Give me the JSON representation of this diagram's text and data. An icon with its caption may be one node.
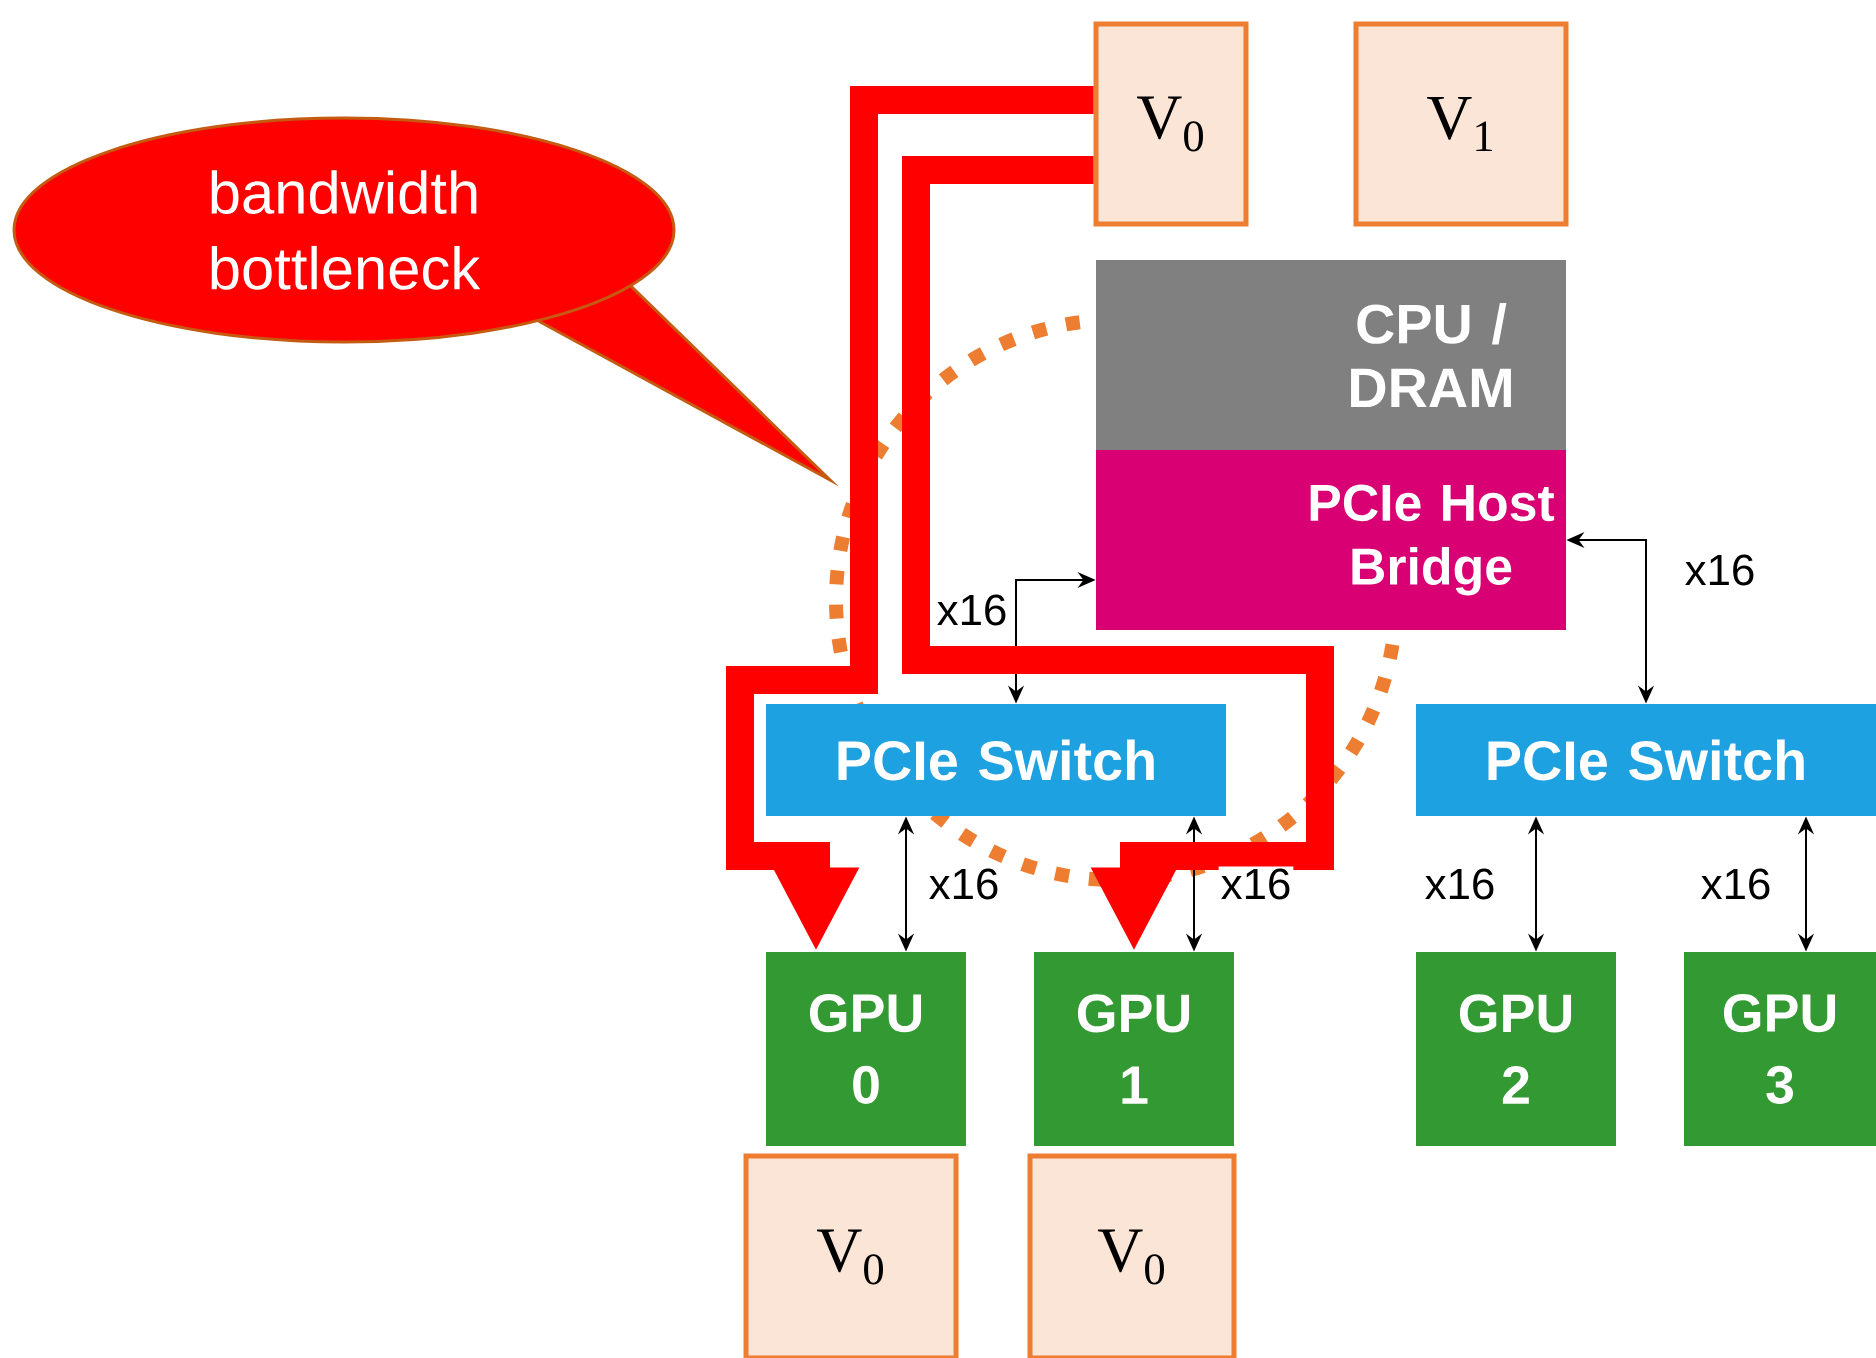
{
  "diagram": {
    "nodes": [
      {
        "text": [
          "V$_{0}$"
        ]
      },
      {
        "text": [
          "V$_{1}$"
        ]
      },
      {
        "text": [
          "CPU / DRAM"
        ]
      },
      {
        "text": [
          "PCIe Host Bridge"
        ]
      },
      {
        "text": [
          "PCIe Switch"
        ]
      },
      {
        "text": [
          "PCIe Switch"
        ]
      },
      {
        "text": [
          "GPU 0"
        ]
      },
      {
        "text": [
          "GPU 1"
        ]
      },
      {
        "text": [
          "GPU 2"
        ]
      },
      {
        "text": [
          "GPU 3"
        ]
      },
      {
        "text": [
          "V$_{0}$"
        ]
      },
      {
        "text": [
          "V$_{0}$"
        ]
      },
      {
        "text": [
          "bandwidth bottleneck"
        ]
      }
    ],
    "edges": [
      {
        "from": 3,
        "to": 4,
        "arrow": "both",
        "label": "x16"
      },
      {
        "from": 3,
        "to": 5,
        "arrow": "both",
        "label": "x16"
      },
      {
        "from": 4,
        "to": 6,
        "arrow": "both",
        "label": "x16"
      },
      {
        "from": 4,
        "to": 7,
        "arrow": "both",
        "label": "x16"
      },
      {
        "from": 5,
        "to": 8,
        "arrow": "both",
        "label": "x16"
      },
      {
        "from": 5,
        "to": 9,
        "arrow": "both",
        "label": "x16"
      },
      {
        "from": 0,
        "to": 6,
        "arrow": "to",
        "style": "thick",
        "color": "#ff0000"
      },
      {
        "from": 0,
        "to": 7,
        "arrow": "to",
        "style": "thick",
        "color": "#ff0000"
      }
    ]
  }
}
